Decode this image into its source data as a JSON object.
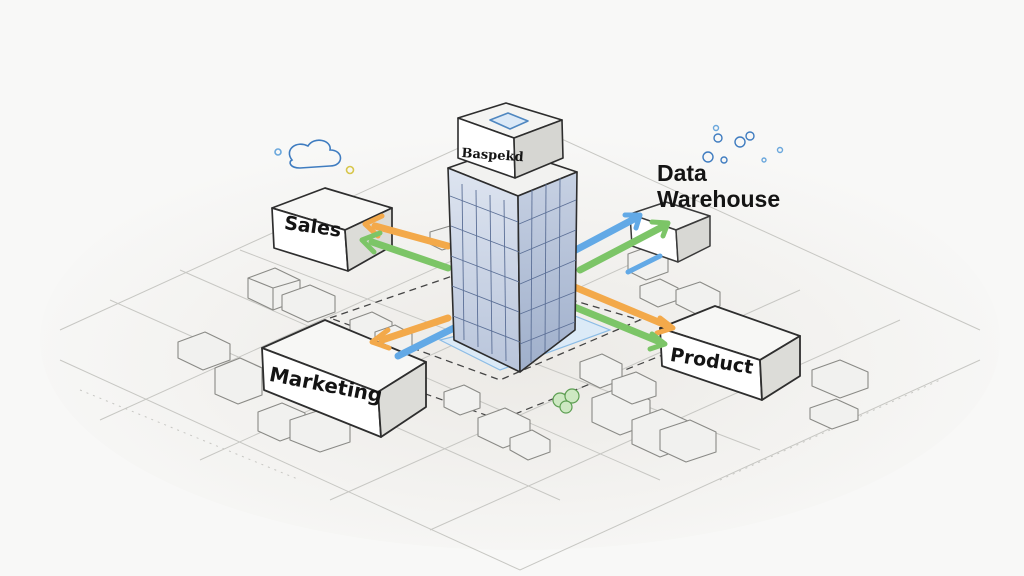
{
  "diagram": {
    "hub": {
      "label": "Baspekd"
    },
    "nodes": [
      {
        "id": "sales",
        "label": "Sales"
      },
      {
        "id": "marketing",
        "label": "Marketing"
      },
      {
        "id": "product",
        "label": "Product"
      },
      {
        "id": "warehouse",
        "label_line1": "Data",
        "label_line2": "Warehouse"
      }
    ],
    "connections": [
      {
        "from": "hub",
        "to": "sales",
        "direction": "bidirectional"
      },
      {
        "from": "hub",
        "to": "marketing",
        "direction": "bidirectional"
      },
      {
        "from": "hub",
        "to": "product",
        "direction": "bidirectional"
      },
      {
        "from": "hub",
        "to": "warehouse",
        "direction": "bidirectional"
      }
    ],
    "colors": {
      "orange_arrow": "#f3a94a",
      "green_arrow": "#7cc567",
      "blue_arrow": "#62a9e6",
      "line_ink": "#2e2e2e",
      "glass": "#8da0c4",
      "background": "#f8f8f7"
    }
  }
}
